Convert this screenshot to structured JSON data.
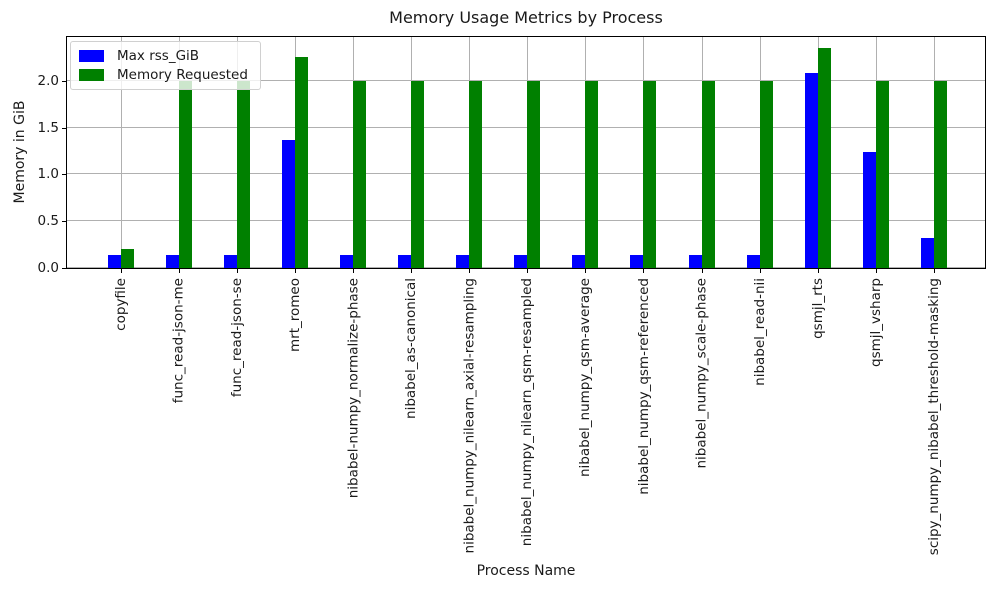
{
  "chart_data": {
    "type": "bar",
    "title": "Memory Usage Metrics by Process",
    "xlabel": "Process Name",
    "ylabel": "Memory in GiB",
    "ylim": [
      0,
      2.47
    ],
    "yticks": [
      0.0,
      0.5,
      1.0,
      1.5,
      2.0
    ],
    "grid": true,
    "legend_position": "upper left",
    "categories": [
      "copyfile",
      "func_read-json-me",
      "func_read-json-se",
      "mrt_romeo",
      "nibabel-numpy_normalize-phase",
      "nibabel_as-canonical",
      "nibabel_numpy_nilearn_axial-resampling",
      "nibabel_numpy_nilearn_qsm-resampled",
      "nibabel_numpy_qsm-average",
      "nibabel_numpy_qsm-referenced",
      "nibabel_numpy_scale-phase",
      "nibabel_read-nii",
      "qsmjl_rts",
      "qsmjl_vsharp",
      "scipy_numpy_nibabel_threshold-masking"
    ],
    "series": [
      {
        "name": "Max rss_GiB",
        "color": "#0000ff",
        "values": [
          0.14,
          0.14,
          0.14,
          1.37,
          0.14,
          0.14,
          0.14,
          0.14,
          0.14,
          0.14,
          0.14,
          0.14,
          2.08,
          1.24,
          0.32
        ]
      },
      {
        "name": "Memory Requested",
        "color": "#008000",
        "values": [
          0.2,
          2.0,
          2.0,
          2.26,
          2.0,
          2.0,
          2.0,
          2.0,
          2.0,
          2.0,
          2.0,
          2.0,
          2.35,
          2.0,
          2.0
        ]
      }
    ]
  },
  "colors": {
    "grid": "#b0b0b0",
    "spine": "#000000",
    "text": "#1a1a1a",
    "background": "#ffffff"
  }
}
